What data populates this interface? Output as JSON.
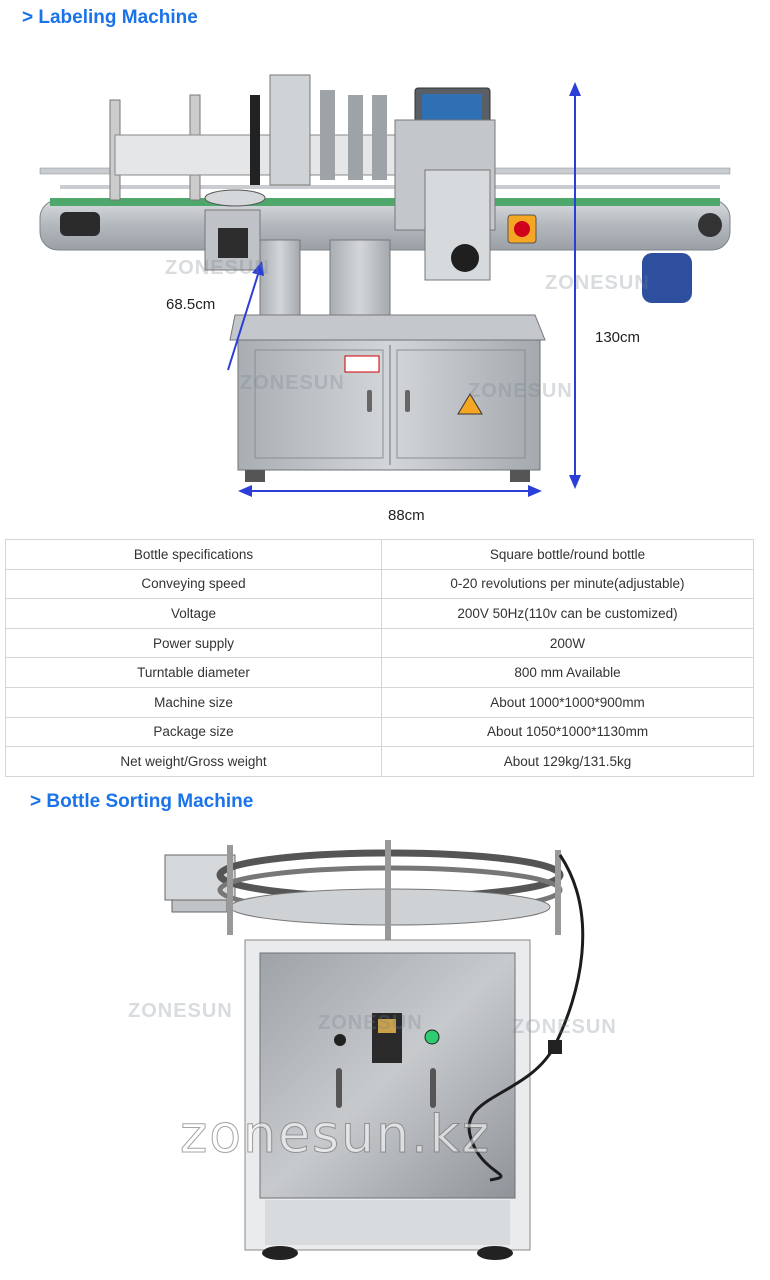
{
  "section1": {
    "title": "> Labeling Machine"
  },
  "dimensions": {
    "depth": "68.5cm",
    "height": "130cm",
    "width": "88cm"
  },
  "specs": {
    "rows": [
      {
        "label": "Bottle specifications",
        "value": "Square bottle/round bottle"
      },
      {
        "label": "Conveying speed",
        "value": "0-20 revolutions per minute(adjustable)"
      },
      {
        "label": "Voltage",
        "value": "200V 50Hz(110v can be customized)"
      },
      {
        "label": "Power supply",
        "value": "200W"
      },
      {
        "label": "Turntable diameter",
        "value": "800 mm Available"
      },
      {
        "label": "Machine size",
        "value": "About 1000*1000*900mm"
      },
      {
        "label": "Package size",
        "value": "About 1050*1000*1130mm"
      },
      {
        "label": "Net weight/Gross weight",
        "value": "About 129kg/131.5kg"
      }
    ]
  },
  "section2": {
    "title": "> Bottle Sorting Machine"
  },
  "watermarks": {
    "brand": "ZONESUN",
    "site": "zonesun.kz"
  },
  "colors": {
    "accent": "#1a73e8",
    "dimension_arrow": "#2b3fd8",
    "steel": "#b8bcc0"
  }
}
